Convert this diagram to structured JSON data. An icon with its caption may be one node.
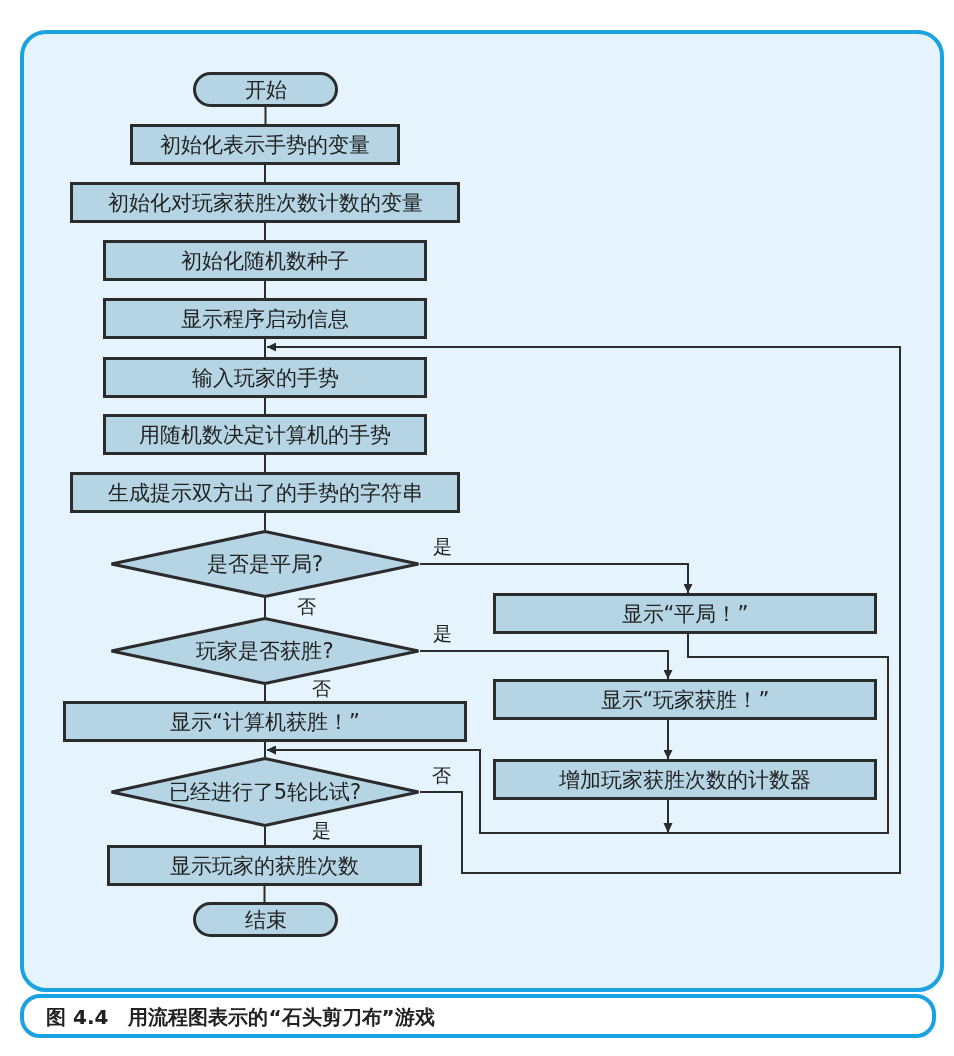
{
  "diagram": {
    "caption": "图 4.4　用流程图表示的“石头剪刀布”游戏",
    "nodes": [
      {
        "text": [
          "开始"
        ]
      },
      {
        "text": [
          "初始化表示手势的变量"
        ]
      },
      {
        "text": [
          "初始化对玩家获胜次数计数的变量"
        ]
      },
      {
        "text": [
          "初始化随机数种子"
        ]
      },
      {
        "text": [
          "显示程序启动信息"
        ]
      },
      {
        "text": [
          "输入玩家的手势"
        ]
      },
      {
        "text": [
          "用随机数决定计算机的手势"
        ]
      },
      {
        "text": [
          "生成提示双方出了的手势的字符串"
        ]
      },
      {
        "text": [
          "是否是平局?"
        ]
      },
      {
        "text": [
          "显示“平局！”"
        ]
      },
      {
        "text": [
          "玩家是否获胜?"
        ]
      },
      {
        "text": [
          "显示“玩家获胜！”"
        ]
      },
      {
        "text": [
          "显示“计算机获胜！”"
        ]
      },
      {
        "text": [
          "增加玩家获胜次数的计数器"
        ]
      },
      {
        "text": [
          "已经进行了5轮比试?"
        ]
      },
      {
        "text": [
          "显示玩家的获胜次数"
        ]
      },
      {
        "text": [
          "结束"
        ]
      }
    ],
    "edges": [
      {
        "from": 0,
        "to": 1,
        "arrow": "none"
      },
      {
        "from": 1,
        "to": 2,
        "arrow": "none"
      },
      {
        "from": 2,
        "to": 3,
        "arrow": "none"
      },
      {
        "from": 3,
        "to": 4,
        "arrow": "none"
      },
      {
        "from": 4,
        "to": 5,
        "arrow": "none"
      },
      {
        "from": 5,
        "to": 6,
        "arrow": "none"
      },
      {
        "from": 6,
        "to": 7,
        "arrow": "none"
      },
      {
        "from": 7,
        "to": 8,
        "arrow": "none"
      },
      {
        "from": 8,
        "to": 9,
        "arrow": "to",
        "label": "是"
      },
      {
        "from": 8,
        "to": 10,
        "arrow": "none",
        "label": "否"
      },
      {
        "from": 10,
        "to": 11,
        "arrow": "to",
        "label": "是"
      },
      {
        "from": 10,
        "to": 12,
        "arrow": "none",
        "label": "否"
      },
      {
        "from": 11,
        "to": 13,
        "arrow": "to"
      },
      {
        "from": 12,
        "to": 14,
        "arrow": "none"
      },
      {
        "from": 9,
        "to": 14,
        "arrow": "to"
      },
      {
        "from": 13,
        "to": 14,
        "arrow": "to"
      },
      {
        "from": 14,
        "to": 5,
        "arrow": "to",
        "label": "否"
      },
      {
        "from": 14,
        "to": 15,
        "arrow": "none",
        "label": "是"
      },
      {
        "from": 15,
        "to": 16,
        "arrow": "none"
      }
    ]
  }
}
